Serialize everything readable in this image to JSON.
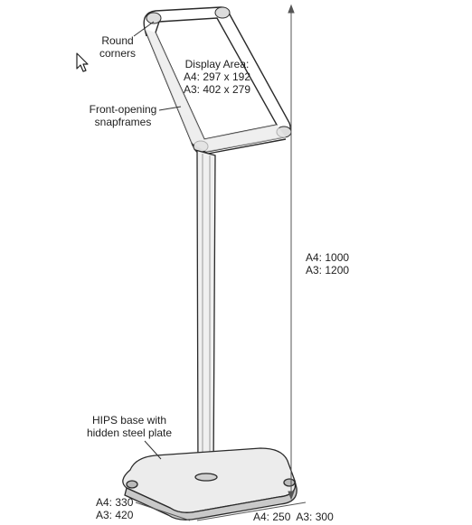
{
  "labels": {
    "round_corners": [
      "Round",
      "corners"
    ],
    "display_area": [
      "Display Area:",
      "A4: 297 x 192",
      "A3: 402 x 279"
    ],
    "snapframes": [
      "Front-opening",
      "snapframes"
    ],
    "height": [
      "A4: 1000",
      "A3: 1200"
    ],
    "base": [
      "HIPS base with",
      "hidden steel plate"
    ],
    "depth": [
      "A4: 330",
      "A3: 420"
    ],
    "width": "A4: 250  A3: 300"
  },
  "icons": {
    "cursor": "mouse-pointer-icon"
  }
}
